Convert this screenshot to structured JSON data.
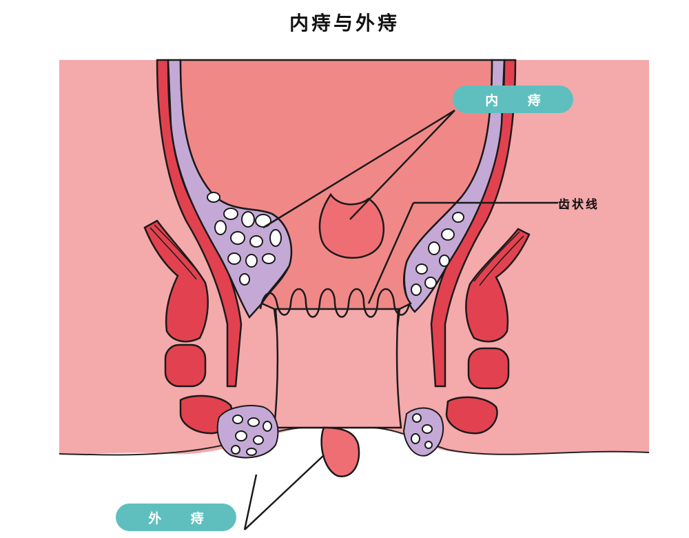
{
  "title": "内痔与外痔",
  "labels": {
    "internal_hemorrhoid": "内 痔",
    "external_hemorrhoid": "外 痔",
    "dentate_line": "齿状线"
  },
  "colors": {
    "skin_background": "#f4a9ab",
    "canal_inner": "#f08888",
    "muscle": "#e2424f",
    "wall_purple": "#c4a9d6",
    "hemorrhoid": "#ef6e74",
    "pill_teal": "#5fbfbf",
    "outline": "#1a1a1a"
  }
}
